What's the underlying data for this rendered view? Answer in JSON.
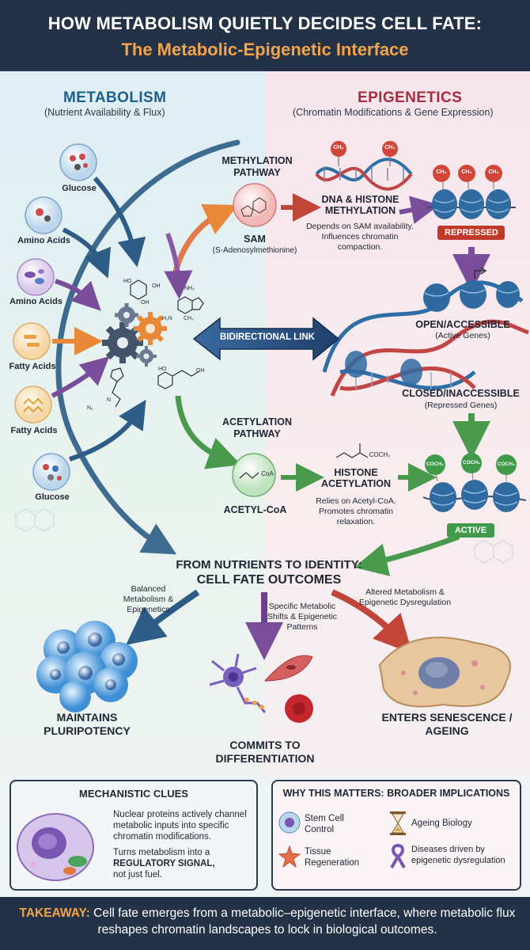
{
  "header": {
    "title": "HOW METABOLISM QUIETLY DECIDES CELL FATE:",
    "subtitle": "The Metabolic-Epigenetic Interface"
  },
  "metabolism": {
    "title": "METABOLISM",
    "subtitle": "(Nutrient Availability & Flux)",
    "inputs": [
      "Glucose",
      "Amino Acids",
      "Amino Acids",
      "Fatty Acids",
      "Fatty Acids",
      "Glucose"
    ]
  },
  "epigenetics": {
    "title": "EPIGENETICS",
    "subtitle": "(Chromatin Modifications & Gene Expression)"
  },
  "methylation": {
    "pathway": "METHYLATION PATHWAY",
    "molecule": "SAM",
    "molecule_full": "(S-Adenosylmethionine)",
    "process": "DNA & HISTONE METHYLATION",
    "note": "Depends on SAM availability. Influences chromatin compaction.",
    "group_label": "CH₃",
    "state": "REPRESSED"
  },
  "link": "BIDIRECTIONAL LINK",
  "chromatin": {
    "open": "OPEN/ACCESSIBLE",
    "open_sub": "(Active Genes)",
    "closed": "CLOSED/INACCESSIBLE",
    "closed_sub": "(Repressed Genes)"
  },
  "acetylation": {
    "pathway": "ACETYLATION PATHWAY",
    "molecule": "ACETYL-CoA",
    "molecule_label": "CoA",
    "acetyl_formula": "COCH₃",
    "process": "HISTONE ACETYLATION",
    "note": "Relies on Acetyl-CoA. Promotes chromatin relaxation.",
    "group_label": "COCH₃",
    "state": "ACTIVE"
  },
  "outcomes": {
    "title": "FROM NUTRIENTS TO IDENTITY:",
    "subtitle": "CELL FATE OUTCOMES",
    "branches": [
      {
        "condition": "Balanced Metabolism & Epigenetics",
        "result": "MAINTAINS PLURIPOTENCY"
      },
      {
        "condition": "Specific Metabolic Shifts & Epigenetic Patterns",
        "result": "COMMITS TO DIFFERENTIATION"
      },
      {
        "condition": "Altered Metabolism & Epigenetic Dysregulation",
        "result": "ENTERS SENESCENCE / AGEING"
      }
    ]
  },
  "clues": {
    "title": "MECHANISTIC CLUES",
    "text1": "Nuclear proteins actively channel metabolic inputs into specific chromatin modifications.",
    "text2_pre": "Turns metabolism into a",
    "text2_bold": "REGULATORY SIGNAL,",
    "text2_post": "not just fuel."
  },
  "implications": {
    "title": "WHY THIS MATTERS: BROADER IMPLICATIONS",
    "items": [
      "Stem Cell Control",
      "Ageing Biology",
      "Tissue Regeneration",
      "Diseases driven by epigenetic dysregulation"
    ]
  },
  "takeaway": {
    "label": "TAKEAWAY:",
    "text": "Cell fate emerges from a metabolic–epigenetic interface, where metabolic flux reshapes chromatin landscapes to lock in biological outcomes."
  },
  "colors": {
    "navy": "#233246",
    "orange": "#f3a44b",
    "metabolism_blue": "#1c5f8c",
    "epigenetics_red": "#a62c3f",
    "methyl_red": "#c0392b",
    "acetyl_green": "#3f9a4a",
    "link_blue": "#2a4f7e"
  }
}
